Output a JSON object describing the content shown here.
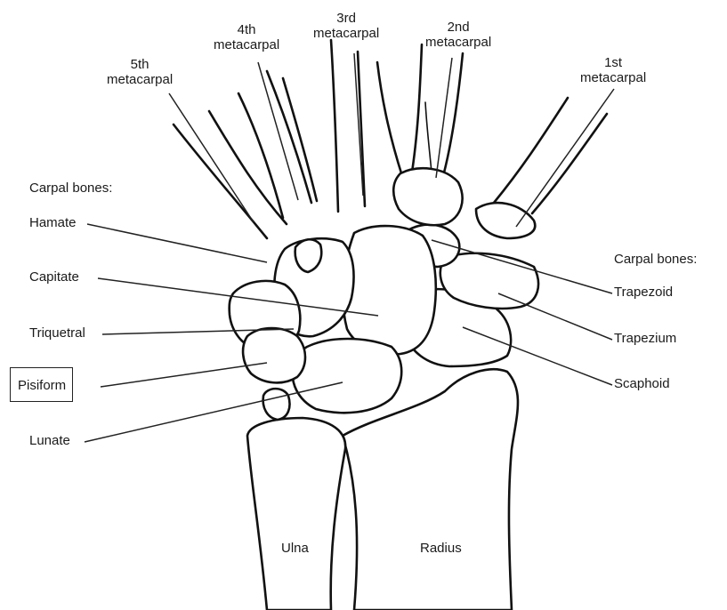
{
  "metacarpals": {
    "fifth": "5th\nmetacarpal",
    "fourth": "4th\nmetacarpal",
    "third": "3rd\nmetacarpal",
    "second": "2nd\nmetacarpal",
    "first": "1st\nmetacarpal"
  },
  "left_group": {
    "heading": "Carpal bones:",
    "hamate": "Hamate",
    "capitate": "Capitate",
    "triquetral": "Triquetral",
    "pisiform": "Pisiform",
    "lunate": "Lunate"
  },
  "right_group": {
    "heading": "Carpal bones:",
    "trapezoid": "Trapezoid",
    "trapezium": "Trapezium",
    "scaphoid": "Scaphoid"
  },
  "forearm": {
    "ulna": "Ulna",
    "radius": "Radius"
  },
  "highlighted_label": "Pisiform"
}
